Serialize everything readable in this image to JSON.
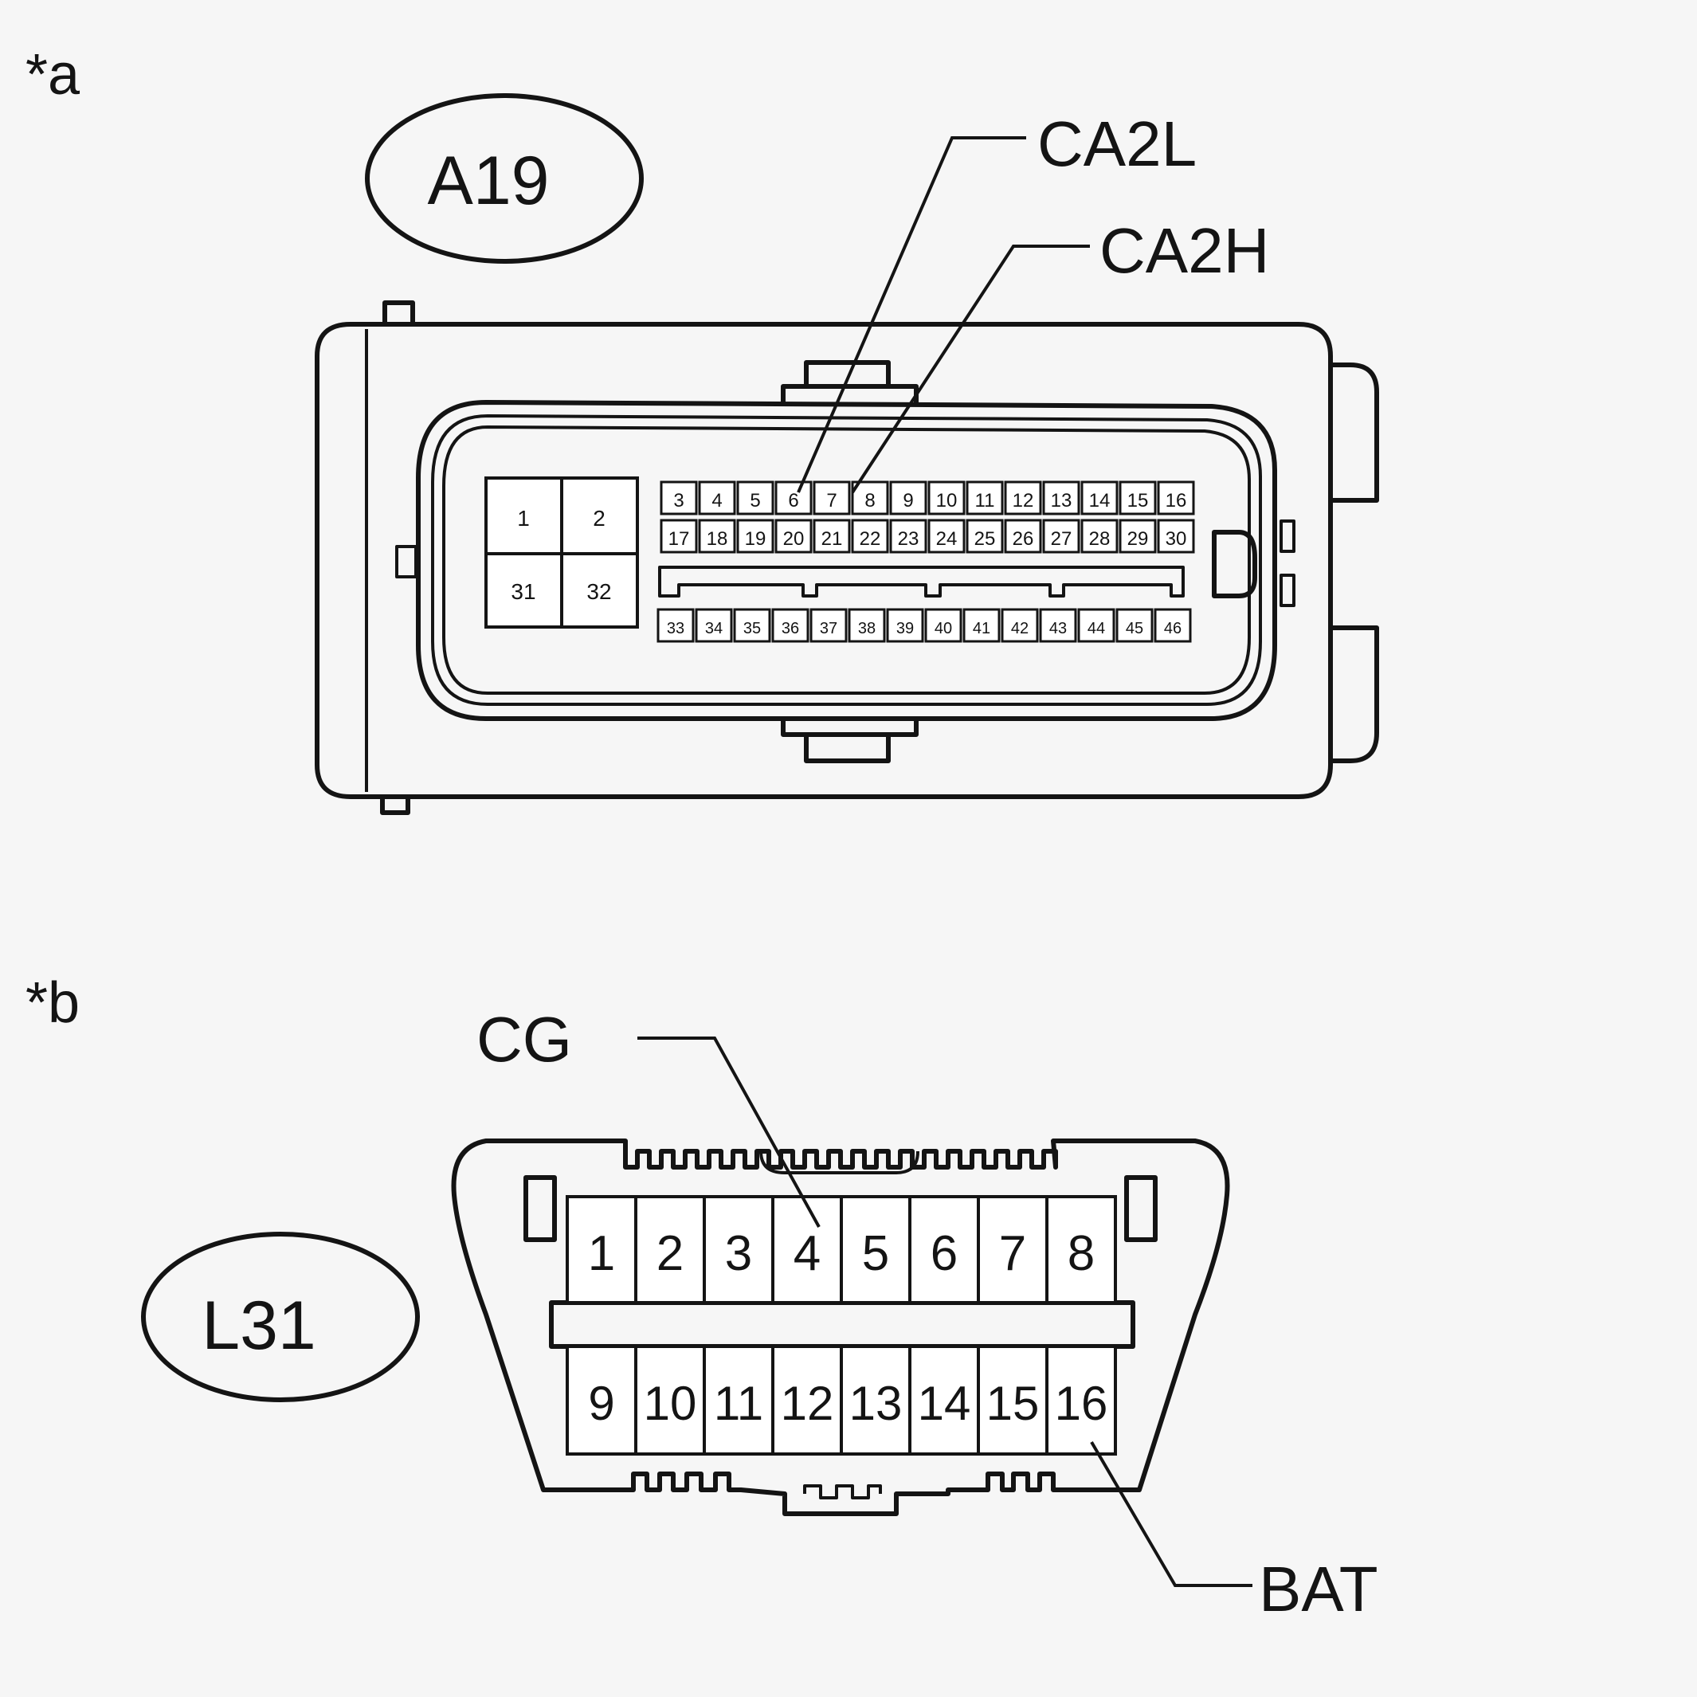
{
  "section_a": {
    "marker": "*a",
    "connector_id": "A19",
    "labels": {
      "ca2l": "CA2L",
      "ca2h": "CA2H"
    },
    "big_pins": [
      "1",
      "2",
      "31",
      "32"
    ],
    "row1": [
      "3",
      "4",
      "5",
      "6",
      "7",
      "8",
      "9",
      "10",
      "11",
      "12",
      "13",
      "14",
      "15",
      "16"
    ],
    "row2": [
      "17",
      "18",
      "19",
      "20",
      "21",
      "22",
      "23",
      "24",
      "25",
      "26",
      "27",
      "28",
      "29",
      "30"
    ],
    "row3": [
      "33",
      "34",
      "35",
      "36",
      "37",
      "38",
      "39",
      "40",
      "41",
      "42",
      "43",
      "44",
      "45",
      "46"
    ]
  },
  "section_b": {
    "marker": "*b",
    "connector_id": "L31",
    "labels": {
      "cg": "CG",
      "bat": "BAT"
    },
    "top_pins": [
      "1",
      "2",
      "3",
      "4",
      "5",
      "6",
      "7",
      "8"
    ],
    "bottom_pins": [
      "9",
      "10",
      "11",
      "12",
      "13",
      "14",
      "15",
      "16"
    ]
  }
}
